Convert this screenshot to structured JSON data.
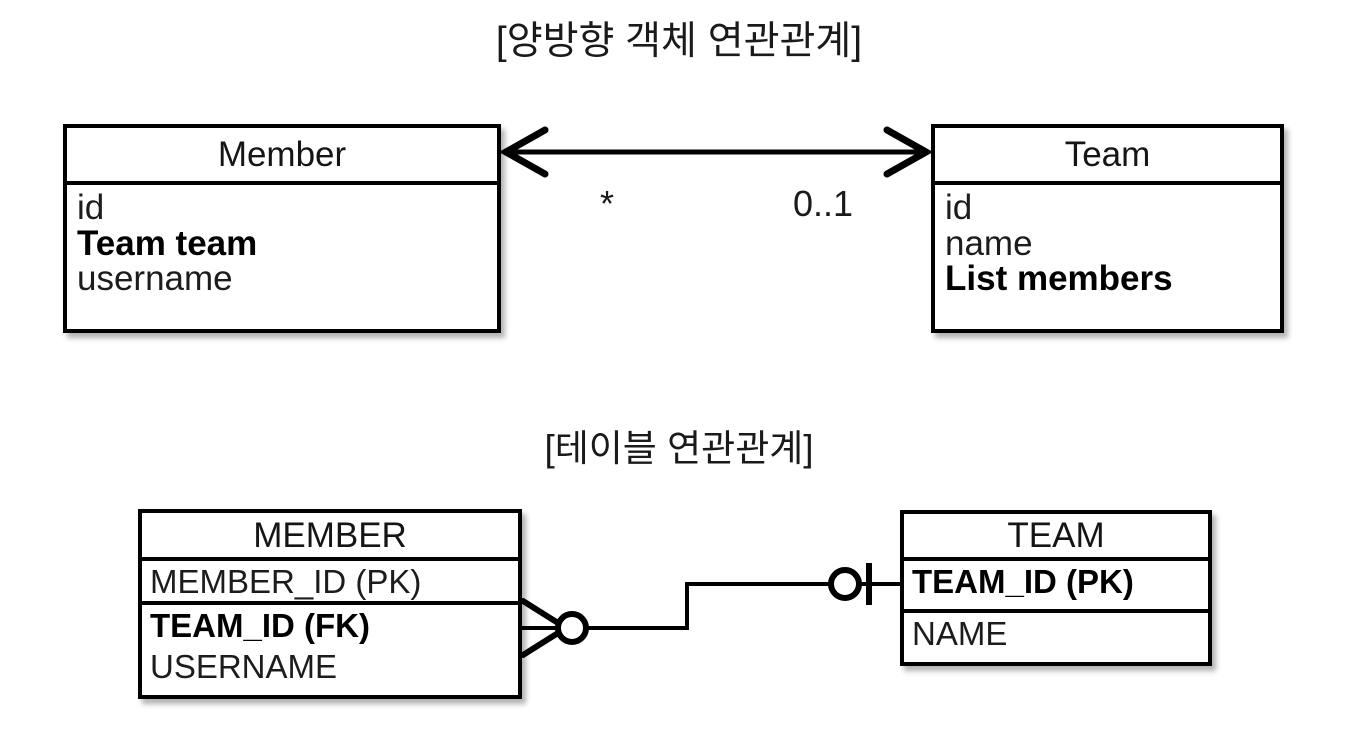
{
  "diagram": {
    "sections": [
      {
        "title": "[양방향 객체 연관관계]",
        "kind": "object-association"
      },
      {
        "title": "[테이블 연관관계]",
        "kind": "table-association"
      }
    ]
  },
  "object_model": {
    "member": {
      "title": "Member",
      "attributes": [
        {
          "text": "id",
          "bold": false
        },
        {
          "text": "Team team",
          "bold": true
        },
        {
          "text": "username",
          "bold": false
        }
      ]
    },
    "team": {
      "title": "Team",
      "attributes": [
        {
          "text": "id",
          "bold": false
        },
        {
          "text": "name",
          "bold": false
        },
        {
          "text": "List members",
          "bold": true
        }
      ]
    },
    "association": {
      "type": "bidirectional-arrow",
      "source_multiplicity": "*",
      "target_multiplicity": "0..1"
    }
  },
  "table_model": {
    "member_table": {
      "title": "MEMBER",
      "pk": {
        "text": "MEMBER_ID (PK)",
        "bold": false
      },
      "attributes": [
        {
          "text": "TEAM_ID (FK)",
          "bold": true
        },
        {
          "text": "USERNAME",
          "bold": false
        }
      ]
    },
    "team_table": {
      "title": "TEAM",
      "pk": {
        "text": "TEAM_ID (PK)",
        "bold": true
      },
      "attributes": [
        {
          "text": "NAME",
          "bold": false
        }
      ]
    },
    "relationship": {
      "notation": "crows-foot",
      "member_end": "zero-or-many",
      "team_end": "zero-or-one"
    }
  },
  "colors": {
    "stroke": "#000000",
    "background": "#ffffff",
    "text": "#1a1a1a"
  }
}
